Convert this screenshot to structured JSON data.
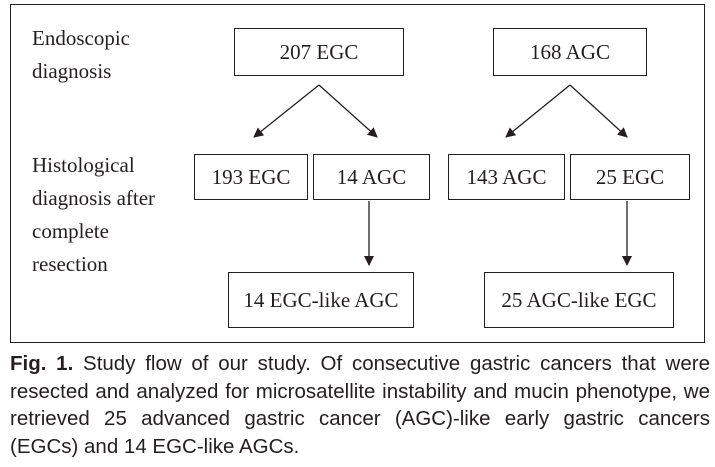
{
  "labels": {
    "endoscopic": [
      "Endoscopic",
      "diagnosis"
    ],
    "histological": [
      "Histological",
      "diagnosis after",
      "complete",
      "resection"
    ]
  },
  "nodes": {
    "egc_207": "207 EGC",
    "agc_168": "168 AGC",
    "egc_193": "193 EGC",
    "agc_14": "14 AGC",
    "agc_143": "143 AGC",
    "egc_25": "25 EGC",
    "egc_like_agc": "14 EGC-like AGC",
    "agc_like_egc": "25 AGC-like EGC"
  },
  "caption": {
    "label": "Fig. 1.",
    "text": "Study flow of our study. Of consecutive gastric cancers that were resected and analyzed for microsatellite instability and mucin phenotype, we retrieved 25 advanced gastric cancer (AGC)-like early gastric cancers (EGCs) and 14 EGC-like AGCs."
  }
}
